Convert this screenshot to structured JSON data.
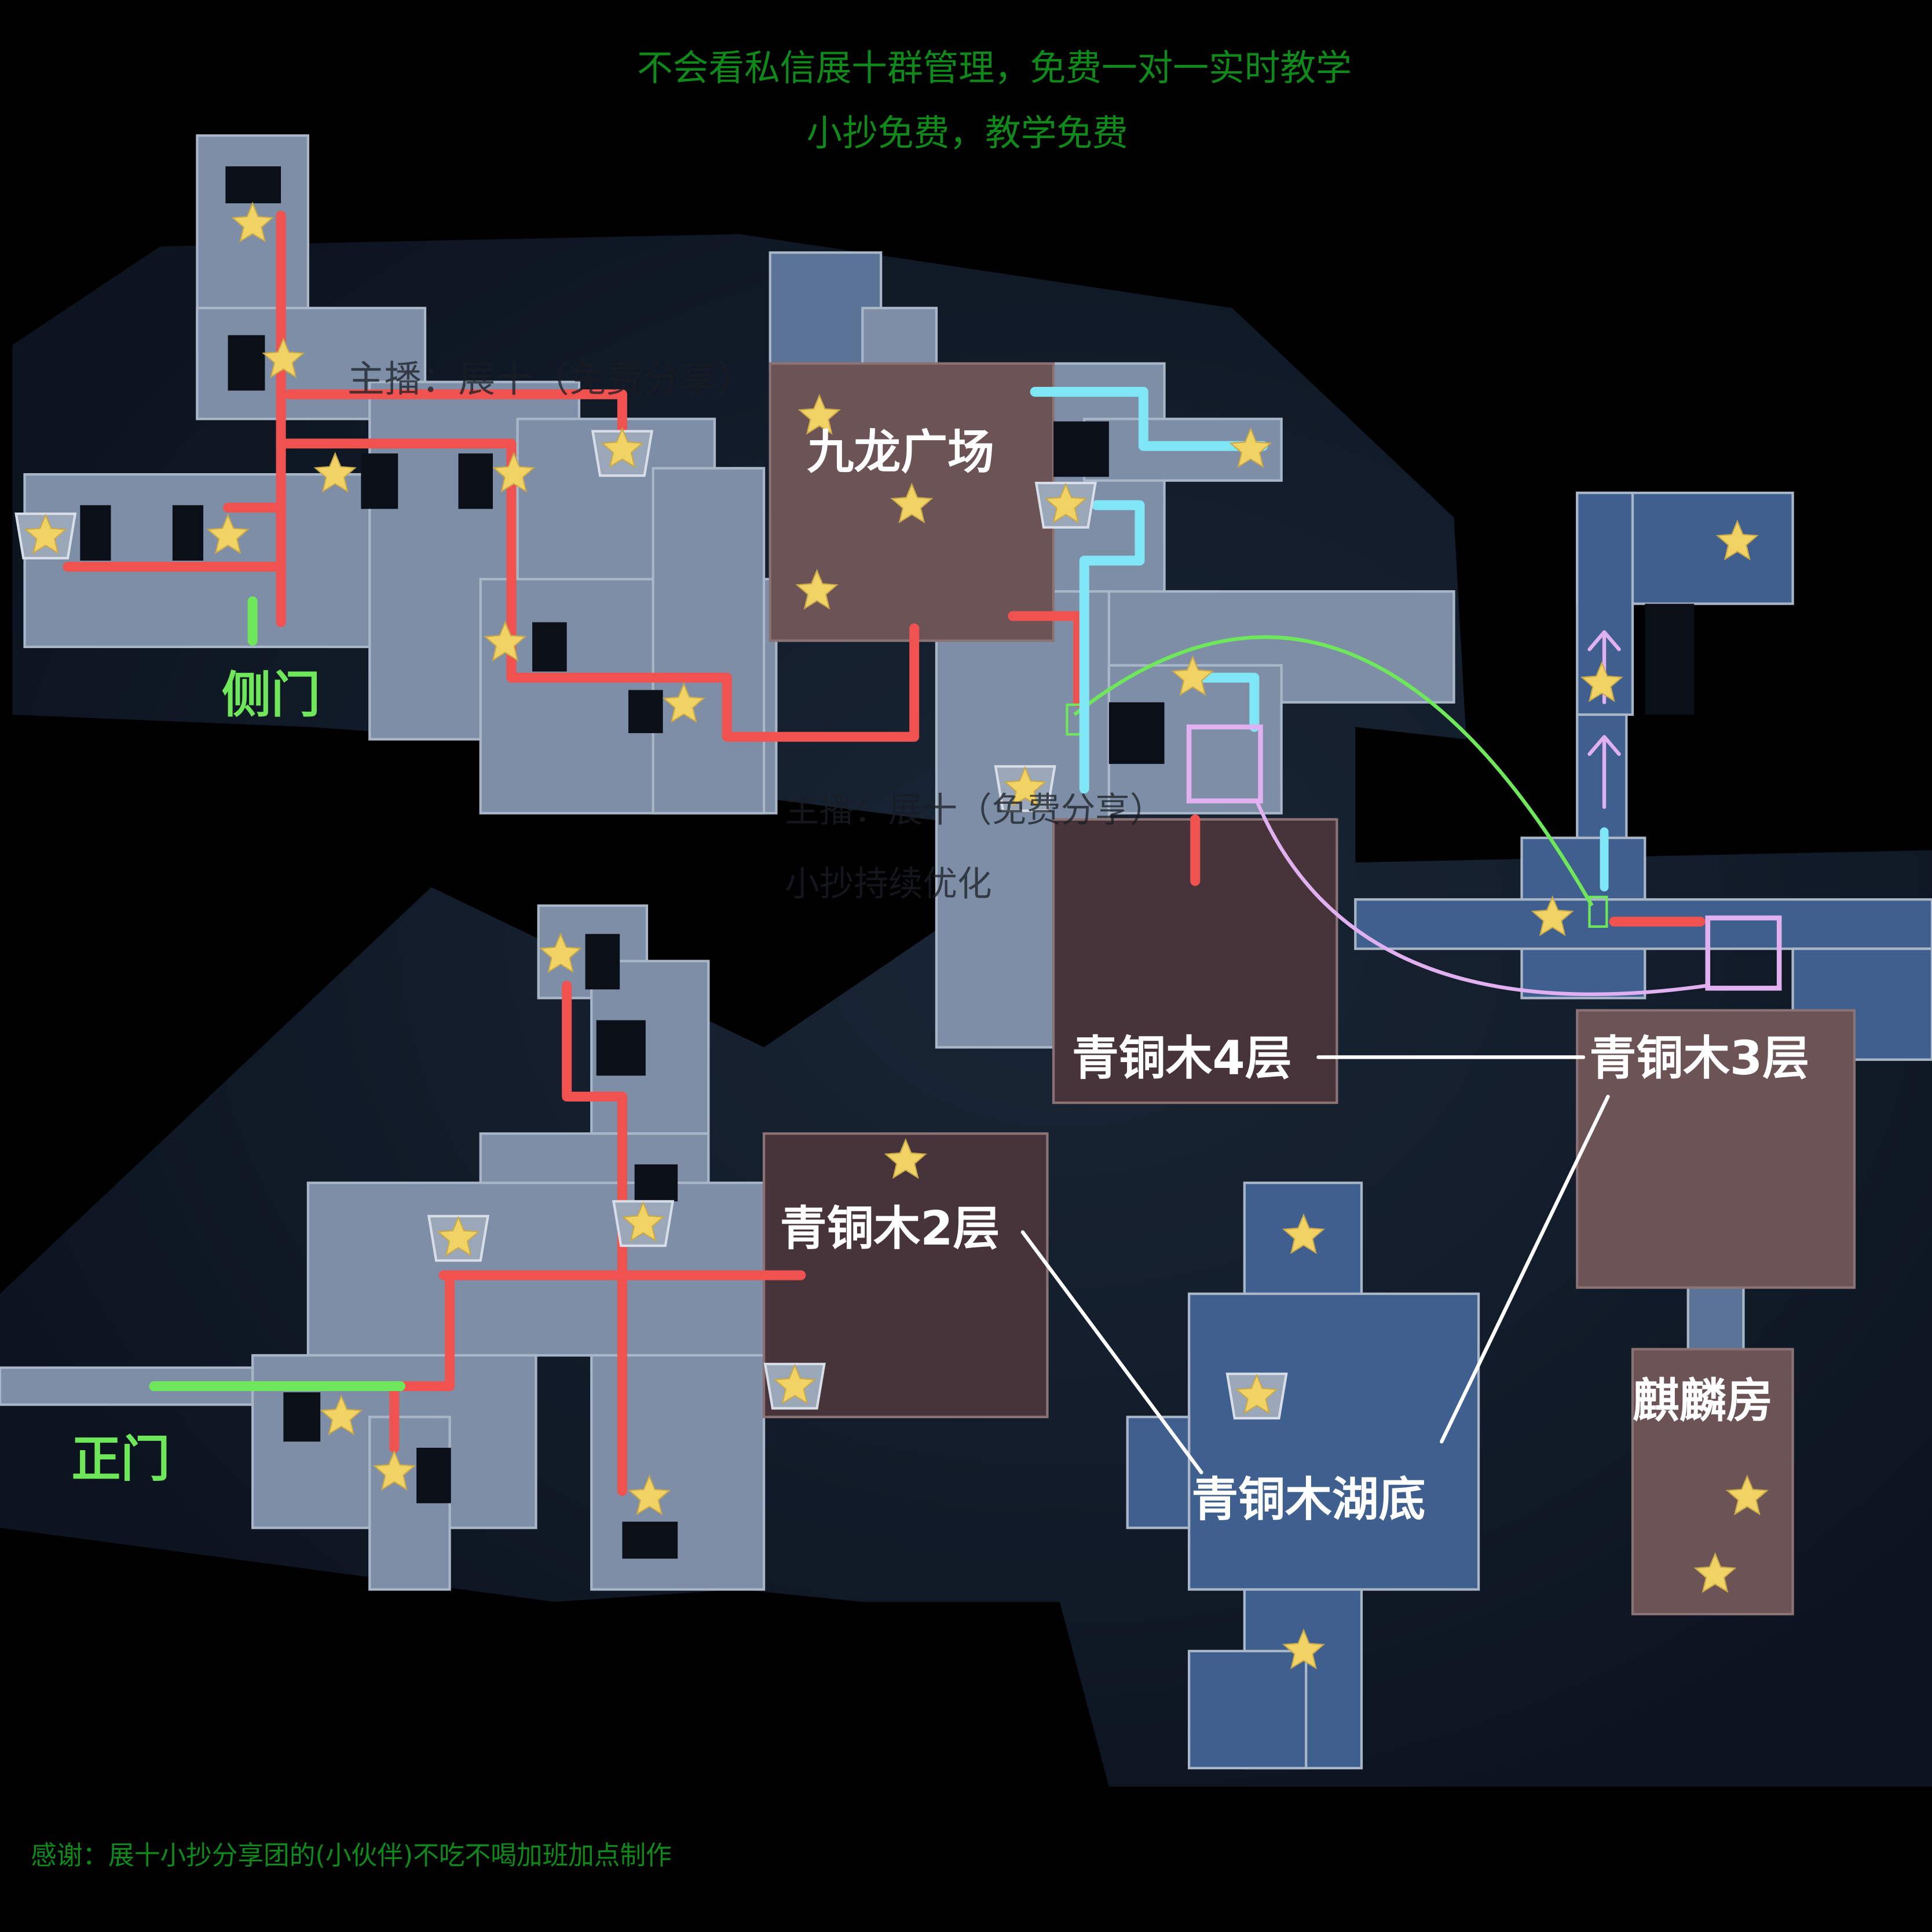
{
  "header": {
    "line1": "不会看私信展十群管理，免费一对一实时教学",
    "line2": "小抄免费，教学免费"
  },
  "watermarks": {
    "streamer_1": "主播：展十（免费分享）",
    "streamer_2": "主播：展十（免费分享）",
    "optimize": "小抄持续优化"
  },
  "locations": {
    "side_door": "侧门",
    "main_door": "正门",
    "nine_dragon_square": "九龙广场",
    "bronze_floor4": "青铜木4层",
    "bronze_floor3": "青铜木3层",
    "bronze_floor2": "青铜木2层",
    "bronze_lakebed": "青铜木湖底",
    "qilin_room": "麒麟房"
  },
  "footer": {
    "credits": "感谢：展十小抄分享团的(小伙伴)不吃不喝加班加点制作"
  },
  "colors": {
    "route_red": "#f0524f",
    "route_green": "#6ee85a",
    "route_cyan": "#7fe6f5",
    "route_purple": "#e0b0f0",
    "header_green": "#0f8a1a",
    "label_green": "#6ee85a",
    "star": "#f1d264"
  }
}
